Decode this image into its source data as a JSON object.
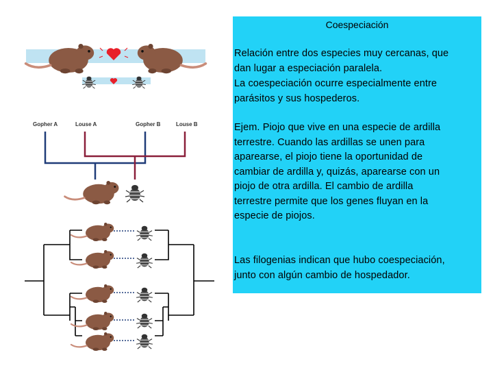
{
  "illustration": {
    "labels": {
      "gopher_a": "Gopher A",
      "louse_a": "Louse A",
      "gopher_b": "Gopher B",
      "louse_b": "Louse B"
    },
    "colors": {
      "gopher": "#8b5a44",
      "louse": "#4a4a4a",
      "heart": "#e8202a",
      "gopher_lineage": "#1f3c78",
      "louse_lineage": "#8a1f3a",
      "band": "#bfe3f2"
    }
  },
  "panel": {
    "title": "Coespeciación",
    "lines": [
      "Relación entre dos especies muy cercanas, que",
      "dan lugar a especiación paralela.",
      "La coespeciación ocurre especialmente entre",
      "parásitos y sus hospederos.",
      "Ejem. Piojo que vive en una especie de ardilla",
      "terrestre. Cuando las ardillas se unen para",
      "aparearse, el piojo tiene la oportunidad de",
      "cambiar de ardilla y, quizás, aparearse con un",
      "piojo de otra ardilla. El cambio de ardilla",
      "terrestre permite que los genes fluyan en la",
      "especie de piojos.",
      "Las filogenias indican que hubo coespeciación,",
      "junto con algún cambio de hospedador."
    ],
    "background": "#22d2f7"
  }
}
